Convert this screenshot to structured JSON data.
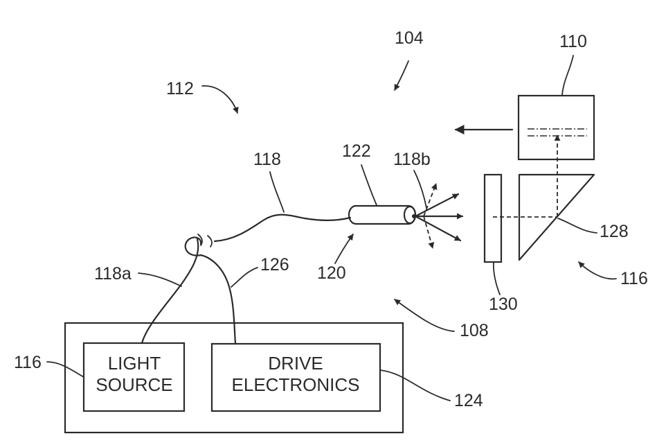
{
  "labels": {
    "ref_104": "104",
    "ref_110": "110",
    "ref_112": "112",
    "ref_118": "118",
    "ref_122": "122",
    "ref_118b": "118b",
    "ref_128": "128",
    "ref_116_right": "116",
    "ref_130": "130",
    "ref_120": "120",
    "ref_118a": "118a",
    "ref_126": "126",
    "ref_108": "108",
    "ref_116_left": "116",
    "ref_124": "124"
  },
  "boxes": {
    "light_source": {
      "line1": "LIGHT",
      "line2": "SOURCE"
    },
    "drive_electronics": {
      "line1": "DRIVE",
      "line2": "ELECTRONICS"
    }
  }
}
